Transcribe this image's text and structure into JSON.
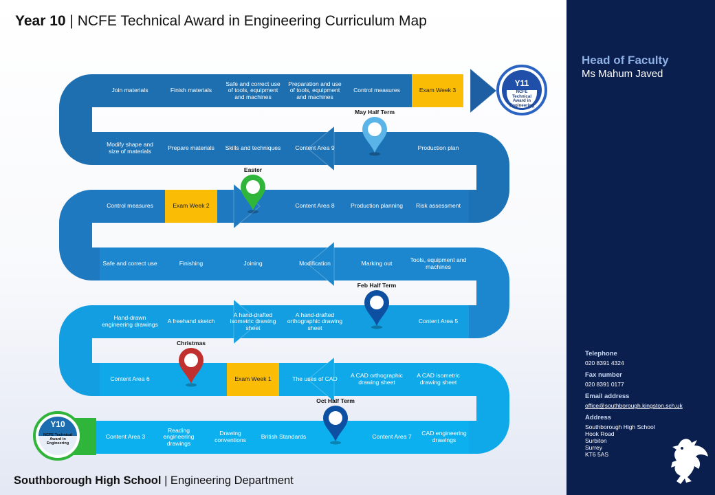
{
  "header": {
    "title_bold": "Year 10",
    "title_rest": "| NCFE Technical Award in Engineering Curriculum Map"
  },
  "footer": {
    "school": "Southborough High School",
    "dept": "| Engineering Department"
  },
  "sidebar": {
    "head_title": "Head of Faculty",
    "head_name": "Ms Mahum Javed",
    "telephone_label": "Telephone",
    "telephone": "020 8391 4324",
    "fax_label": "Fax number",
    "fax": "020 8391 0177",
    "email_label": "Email address",
    "email": "office@southborough.kingston.sch.uk",
    "address_label": "Address",
    "address": [
      "Southborough High School",
      "Hook Road",
      "Surbiton",
      "Surrey",
      "KT6 5AS"
    ],
    "logo_icon": "griffin-icon"
  },
  "colors": {
    "row1": "#1d6fb0",
    "row2": "#1d72b5",
    "row3": "#1e79c0",
    "row4": "#1c87cf",
    "row5": "#129ee0",
    "row6": "#0fa8e8",
    "row7": "#0db0ee",
    "exam": "#fbbc05",
    "sidebar": "#0b1f4f"
  },
  "rows": [
    {
      "cells": [
        "Join materials",
        "Finish materials",
        "Safe and correct use of tools, equipment and machines",
        "Preparation and use of tools, equipment and machines",
        "Control measures",
        "Exam Week 3"
      ]
    },
    {
      "cells": [
        "Modify shape and size of materials",
        "Prepare materials",
        "Skills and techniques",
        "Content Area 9",
        "",
        "Production plan"
      ]
    },
    {
      "cells": [
        "Control measures",
        "Exam Week 2",
        "",
        "Content Area 8",
        "Production planning",
        "Risk assessment"
      ]
    },
    {
      "cells": [
        "Safe and correct use",
        "Finishing",
        "Joining",
        "Modification",
        "Marking out",
        "Tools, equipment and machines"
      ]
    },
    {
      "cells": [
        "Hand-drawn engineering drawings",
        "A freehand sketch",
        "A hand-drafted isometric drawing sheet",
        "A hand-drafted orthographic drawing sheet",
        "",
        "Content Area 5"
      ]
    },
    {
      "cells": [
        "Content Area 6",
        "",
        "Exam Week 1",
        "The uses of CAD",
        "A CAD orthographic drawing sheet",
        "A CAD isometric drawing sheet"
      ]
    },
    {
      "cells": [
        "Content Area 3",
        "Reading engineering drawings",
        "Drawing conventions",
        "British Standards",
        "",
        "Content Area 7",
        "CAD engineering drawings"
      ]
    }
  ],
  "pins": [
    {
      "label": "May Half Term",
      "color": "#5ab4e8",
      "icon": "map-pin-icon"
    },
    {
      "label": "Easter",
      "color": "#2fb53a",
      "icon": "map-pin-icon"
    },
    {
      "label": "Feb Half Term",
      "color": "#0d4fa0",
      "icon": "map-pin-icon"
    },
    {
      "label": "Christmas",
      "color": "#c0302e",
      "icon": "map-pin-icon"
    },
    {
      "label": "Oct Half Term",
      "color": "#0d4fa0",
      "icon": "map-pin-icon"
    }
  ],
  "badges": {
    "start": {
      "code": "Y10",
      "text": "NCFE Technical Award in Engineering"
    },
    "end": {
      "code": "Y11",
      "text": "NCFE Technical Award in Engineering"
    }
  }
}
